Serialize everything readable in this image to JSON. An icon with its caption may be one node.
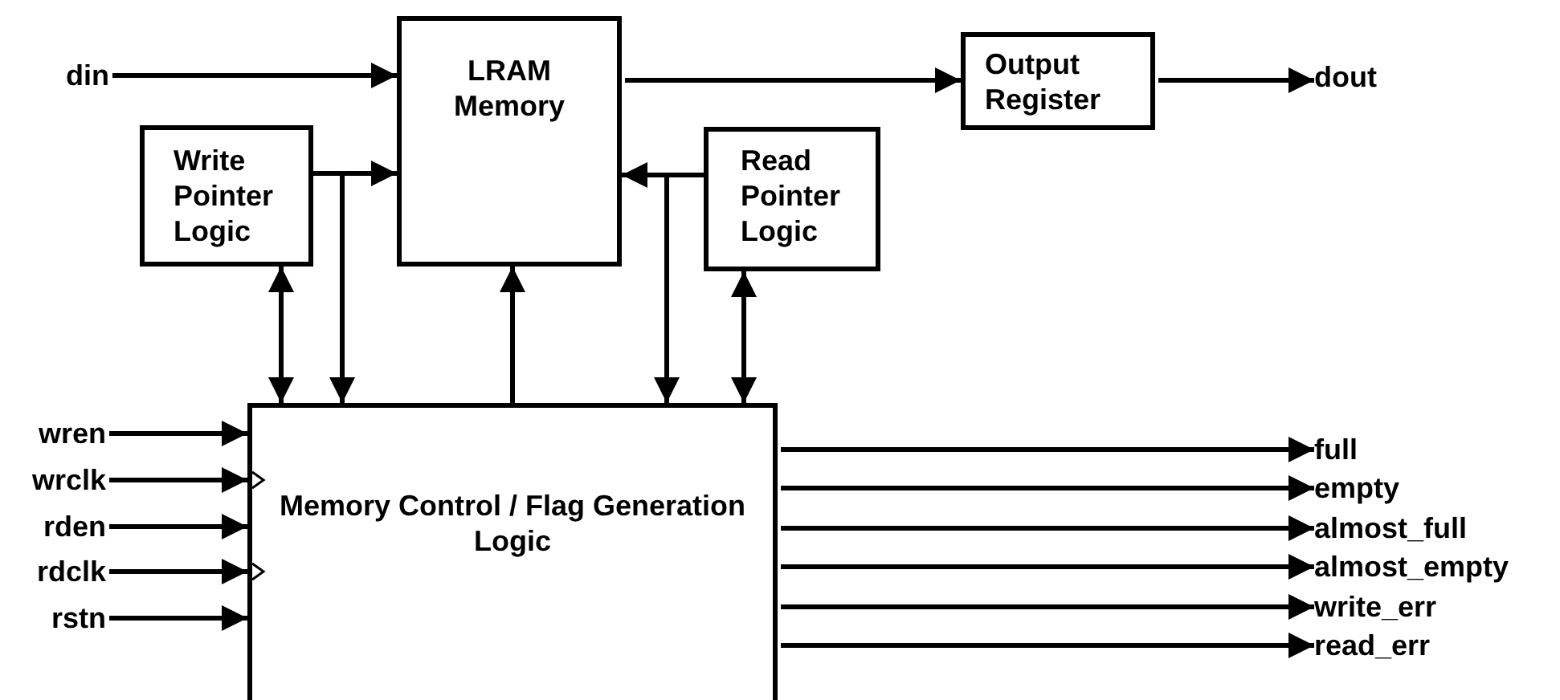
{
  "diagram": {
    "nodes": [
      {
        "text": [
          "din"
        ]
      },
      {
        "text": [
          "LRAM Memory"
        ]
      },
      {
        "text": [
          "Output Register"
        ]
      },
      {
        "text": [
          "dout"
        ]
      },
      {
        "text": [
          "Write Pointer Logic"
        ]
      },
      {
        "text": [
          "Read Pointer Logic"
        ]
      },
      {
        "text": [
          "Memory Control / Flag Generation Logic"
        ]
      },
      {
        "text": [
          "wren"
        ]
      },
      {
        "text": [
          "wrclk"
        ]
      },
      {
        "text": [
          "rden"
        ]
      },
      {
        "text": [
          "rdclk"
        ]
      },
      {
        "text": [
          "rstn"
        ]
      },
      {
        "text": [
          "full"
        ]
      },
      {
        "text": [
          "empty"
        ]
      },
      {
        "text": [
          "almost_full"
        ]
      },
      {
        "text": [
          "almost_empty"
        ]
      },
      {
        "text": [
          "write_err"
        ]
      },
      {
        "text": [
          "read_err"
        ]
      }
    ],
    "edges": [
      {
        "from": 0,
        "to": 1,
        "arrow": "to"
      },
      {
        "from": 1,
        "to": 2,
        "arrow": "to"
      },
      {
        "from": 2,
        "to": 3,
        "arrow": "to"
      },
      {
        "from": 4,
        "to": 1,
        "arrow": "to"
      },
      {
        "from": 4,
        "to": 6,
        "arrow": "to"
      },
      {
        "from": 4,
        "to": 6,
        "arrow": "both"
      },
      {
        "from": 6,
        "to": 1,
        "arrow": "to"
      },
      {
        "from": 5,
        "to": 1,
        "arrow": "to"
      },
      {
        "from": 5,
        "to": 6,
        "arrow": "to"
      },
      {
        "from": 5,
        "to": 6,
        "arrow": "both"
      },
      {
        "from": 7,
        "to": 6,
        "arrow": "to"
      },
      {
        "from": 8,
        "to": 6,
        "arrow": "to"
      },
      {
        "from": 9,
        "to": 6,
        "arrow": "to"
      },
      {
        "from": 10,
        "to": 6,
        "arrow": "to"
      },
      {
        "from": 11,
        "to": 6,
        "arrow": "to"
      },
      {
        "from": 6,
        "to": 12,
        "arrow": "to"
      },
      {
        "from": 6,
        "to": 13,
        "arrow": "to"
      },
      {
        "from": 6,
        "to": 14,
        "arrow": "to"
      },
      {
        "from": 6,
        "to": 15,
        "arrow": "to"
      },
      {
        "from": 6,
        "to": 16,
        "arrow": "to"
      },
      {
        "from": 6,
        "to": 17,
        "arrow": "to"
      }
    ]
  }
}
